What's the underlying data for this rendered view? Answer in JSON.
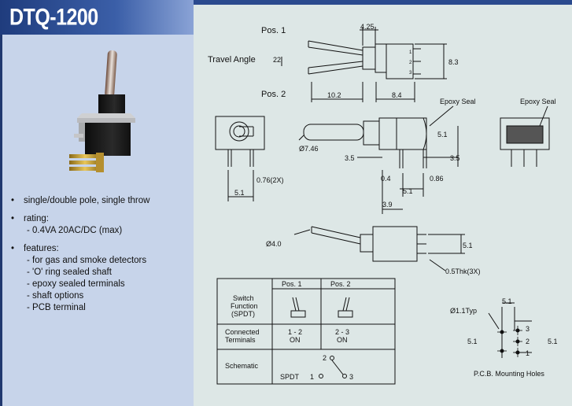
{
  "header": {
    "title": "DTQ-1200"
  },
  "specs": {
    "b1": "single/double pole, single throw",
    "b2": "rating:",
    "rating": "- 0.4VA 20AC/DC (max)",
    "b3": "features:",
    "features": [
      "- for gas and smoke detectors",
      "- 'O' ring sealed shaft",
      "- epoxy sealed terminals",
      "- shaft options",
      "- PCB terminal"
    ]
  },
  "drawing": {
    "pos1": "Pos. 1",
    "pos2": "Pos. 2",
    "travel_angle": "Travel Angle",
    "d22": "22",
    "d425": "4.25",
    "d83": "8.3",
    "d102": "10.2",
    "d84": "8.4",
    "epoxy1": "Epoxy Seal",
    "epoxy2": "Epoxy Seal",
    "d746": "Ø7.46",
    "d35a": "3.5",
    "d35b": "3.5",
    "d51a": "5.1",
    "d04": "0.4",
    "d51b": "5.1",
    "d086": "0.86",
    "d39": "3.9",
    "d076": "0.76(2X)",
    "d51c": "5.1",
    "d40": "Ø4.0",
    "d51d": "5.1",
    "thk": "0.5Thk(3X)",
    "pin1": "1",
    "pin2": "2",
    "pin3": "3",
    "pcb_d11": "Ø1.1Typ",
    "pcb_51top": "5.1",
    "pcb_51left": "5.1",
    "pcb_51right": "5.1",
    "pcb_3": "3",
    "pcb_2": "2",
    "pcb_1": "1",
    "pcb_caption": "P.C.B. Mounting Holes"
  },
  "table": {
    "col_pos1": "Pos. 1",
    "col_pos2": "Pos. 2",
    "row1_l1": "Switch",
    "row1_l2": "Function",
    "row1_l3": "(SPDT)",
    "row2_l1": "Connected",
    "row2_l2": "Terminals",
    "c1_l1": "1 - 2",
    "c1_l2": "ON",
    "c2_l1": "2 - 3",
    "c2_l2": "ON",
    "row3": "Schematic",
    "sch_2": "2",
    "sch_spdt": "SPDT",
    "sch_1": "1",
    "sch_3": "3"
  }
}
